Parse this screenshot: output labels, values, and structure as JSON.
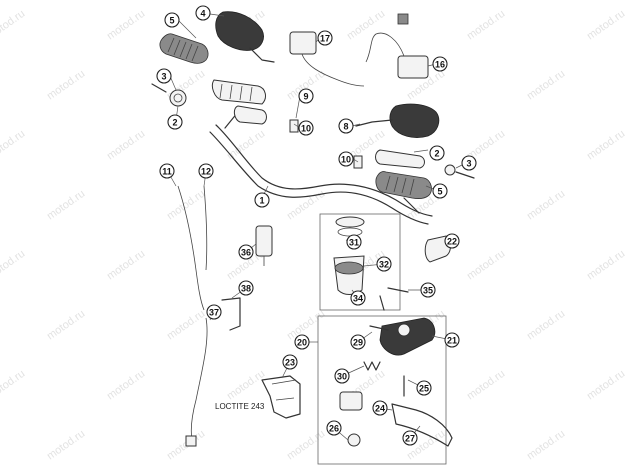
{
  "watermark": "motod.ru",
  "note": "LOCTITE 243",
  "callouts": [
    "1",
    "2",
    "3",
    "4",
    "5",
    "8",
    "9",
    "10",
    "11",
    "12",
    "16",
    "17",
    "20",
    "21",
    "22",
    "23",
    "24",
    "25",
    "26",
    "27",
    "29",
    "30",
    "31",
    "32",
    "34",
    "35",
    "36",
    "37",
    "38"
  ]
}
